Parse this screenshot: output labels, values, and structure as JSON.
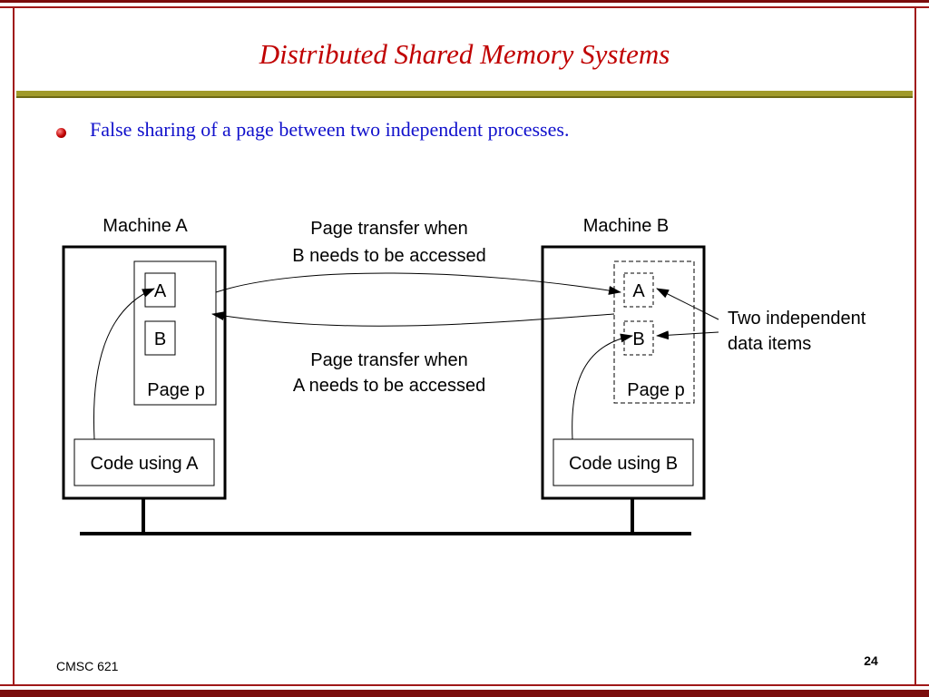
{
  "slide": {
    "title": "Distributed Shared Memory Systems",
    "bullet": "False sharing of a page between two independent processes.",
    "footer_left": "CMSC 621",
    "page_number": "24"
  },
  "diagram": {
    "machine_a": {
      "label": "Machine A",
      "item_a": "A",
      "item_b": "B",
      "page_label": "Page p",
      "code_label": "Code using A"
    },
    "machine_b": {
      "label": "Machine B",
      "item_a": "A",
      "item_b": "B",
      "page_label": "Page p",
      "code_label": "Code using B"
    },
    "transfer_top": [
      "Page transfer when",
      "B needs to be accessed"
    ],
    "transfer_bottom": [
      "Page transfer when",
      "A needs to be accessed"
    ],
    "independent_items": [
      "Two independent",
      "data items"
    ]
  },
  "colors": {
    "title": "#c00000",
    "bullet_text": "#1111cc",
    "frame": "#a01818",
    "rule": "#a09a2a"
  }
}
